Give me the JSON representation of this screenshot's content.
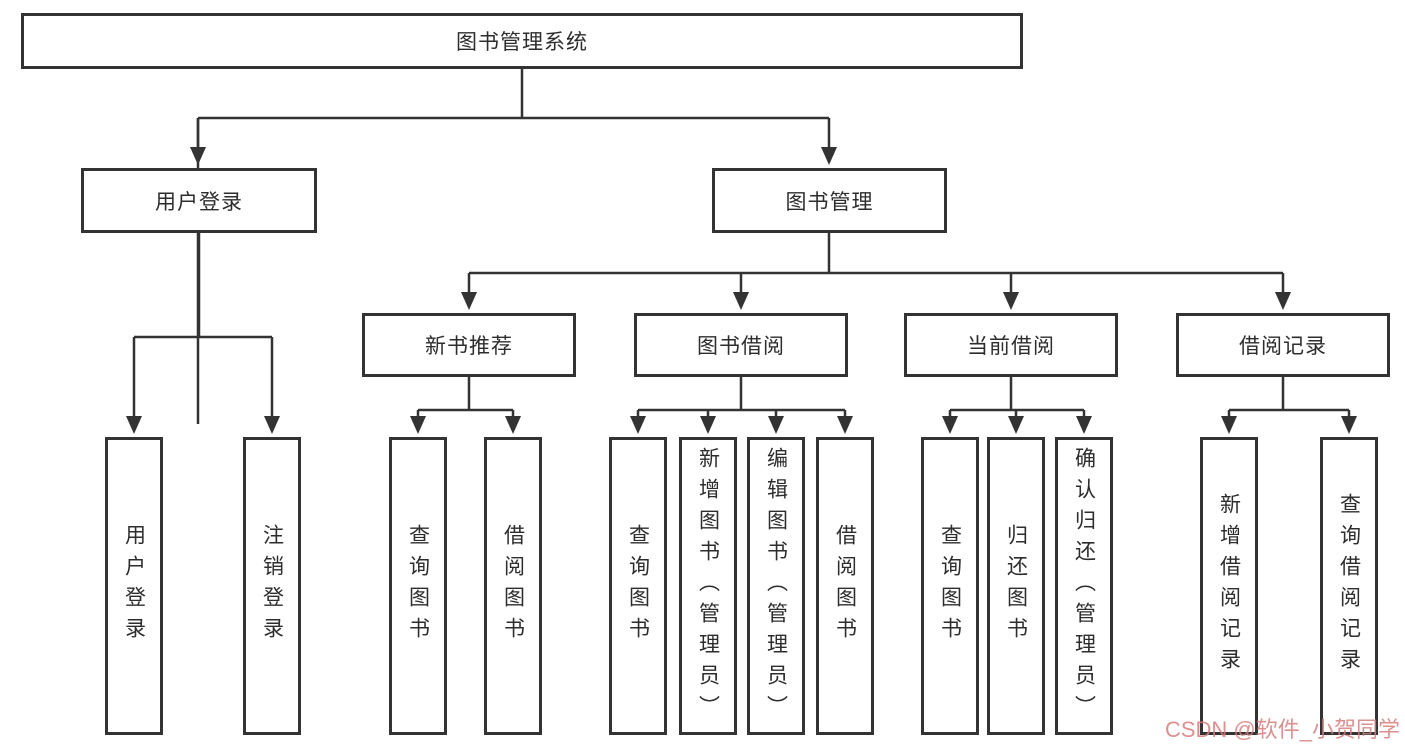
{
  "diagram": {
    "root": {
      "label": "图书管理系统"
    },
    "level2": {
      "user_login": {
        "label": "用户登录"
      },
      "book_mgmt": {
        "label": "图书管理"
      }
    },
    "level3": [
      {
        "label": "新书推荐"
      },
      {
        "label": "图书借阅"
      },
      {
        "label": "当前借阅"
      },
      {
        "label": "借阅记录"
      }
    ],
    "leaves": {
      "user_login": [
        "用户登录",
        "注销登录"
      ],
      "new_book_recommend": [
        "查询图书",
        "借阅图书"
      ],
      "book_borrow": [
        "查询图书",
        "新增图书（管理员）",
        "编辑图书（管理员）",
        "借阅图书"
      ],
      "current_borrow": [
        "查询图书",
        "归还图书",
        "确认归还（管理员）"
      ],
      "borrow_record": [
        "新增借阅记录",
        "查询借阅记录"
      ]
    }
  },
  "watermark": {
    "text": "CSDN @软件_小贺同学"
  },
  "colors": {
    "line": "#333333",
    "box_border": "#333333",
    "background": "#ffffff",
    "watermark": "#d67d7d"
  }
}
